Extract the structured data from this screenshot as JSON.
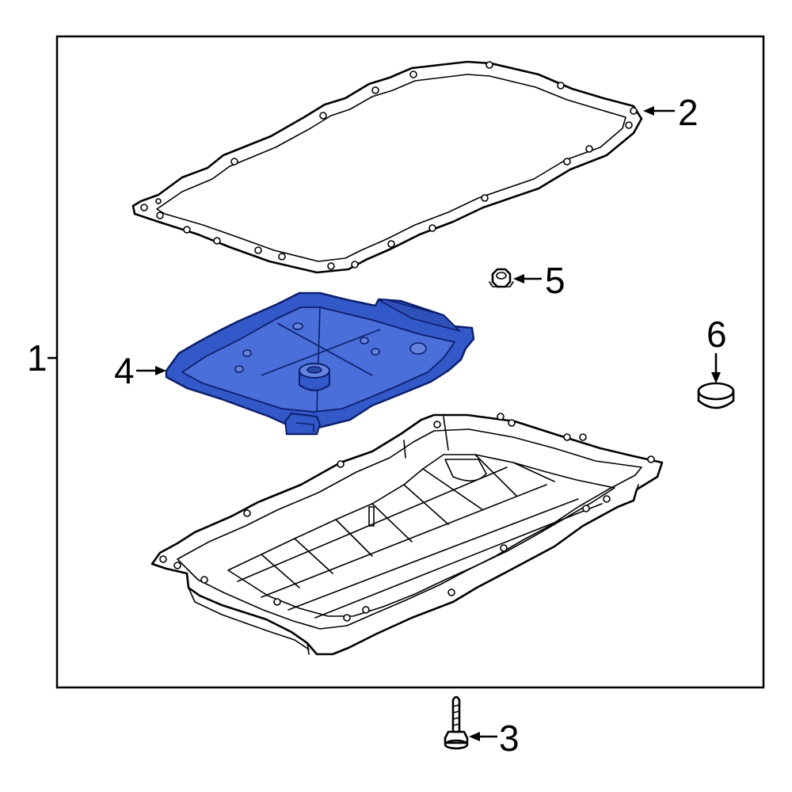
{
  "diagram": {
    "callouts": [
      {
        "id": "1",
        "label": "1"
      },
      {
        "id": "2",
        "label": "2"
      },
      {
        "id": "3",
        "label": "3"
      },
      {
        "id": "4",
        "label": "4"
      },
      {
        "id": "5",
        "label": "5"
      },
      {
        "id": "6",
        "label": "6"
      }
    ],
    "colors": {
      "highlight_part": "#3358c7",
      "highlight_outline": "#0b1f6e",
      "frame": "#000000",
      "background": "#ffffff"
    },
    "icons": [
      "gasket",
      "bolt",
      "filter",
      "nut",
      "plug",
      "oil-pan"
    ]
  }
}
